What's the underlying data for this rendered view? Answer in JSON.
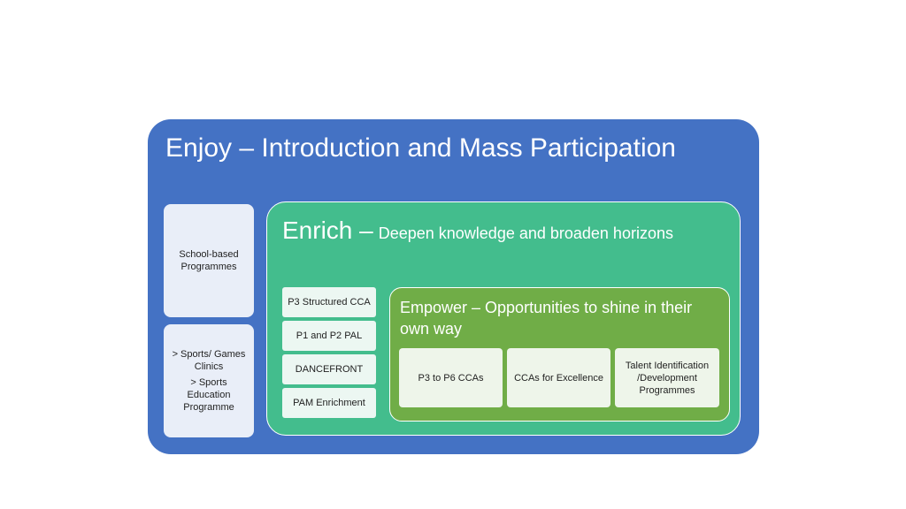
{
  "enjoy": {
    "title": "Enjoy – Introduction and Mass Participation",
    "color": "#4472c4",
    "side_boxes": [
      {
        "lines": [
          "School-based Programmes"
        ]
      },
      {
        "lines": [
          "> Sports/ Games Clinics",
          "> Sports Education Programme"
        ]
      }
    ]
  },
  "enrich": {
    "title_main": "Enrich –",
    "title_sub": "Deepen knowledge and broaden horizons",
    "color": "#43bd8d",
    "items": [
      "P3 Structured  CCA",
      "P1 and P2 PAL",
      "DANCEFRONT",
      "PAM Enrichment"
    ]
  },
  "empower": {
    "title": "Empower – Opportunities to shine in their own way",
    "color": "#70ad47",
    "items": [
      "P3 to P6 CCAs",
      "CCAs for Excellence",
      "Talent Identification /Development Programmes"
    ]
  }
}
